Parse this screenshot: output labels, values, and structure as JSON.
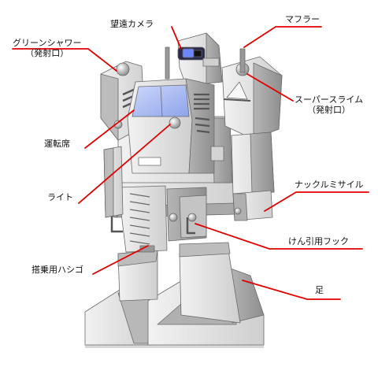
{
  "labels": {
    "telescope_camera": "望遠カメラ",
    "muffler": "マフラー",
    "green_shower": "グリーンシャワー",
    "green_shower_sub": "（発射口）",
    "super_slime": "スーパースライム",
    "super_slime_sub": "（発射口）",
    "cockpit": "運転席",
    "light": "ライト",
    "knuckle_missile": "ナックルミサイル",
    "towing_hook": "けん引用フック",
    "boarding_ladder": "搭乗用ハシゴ",
    "foot": "足"
  },
  "colors": {
    "leader_line": "#e00000",
    "body_light": "#e4e4e4",
    "body_mid": "#c8c8c8",
    "body_dark": "#9a9a9a",
    "canopy": "#a9bcf5",
    "outline": "#555555"
  }
}
